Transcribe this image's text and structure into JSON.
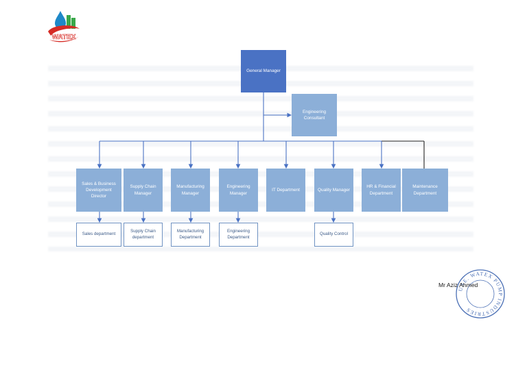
{
  "logo": {
    "text": "WATEX",
    "colors": {
      "drop": "#1e88c8",
      "leaf": "#3aa84a",
      "swoosh": "#d62b25"
    }
  },
  "org_chart": {
    "general_manager": "General Manager",
    "consultant": "Engineering Consultant",
    "departments": [
      {
        "id": "sales",
        "label": "Sales & Business Development Director",
        "sub": "Sales department"
      },
      {
        "id": "supply",
        "label": "Supply Chain Manager",
        "sub": "Supply Chain department"
      },
      {
        "id": "manufacturing",
        "label": "Manufacturing Manager",
        "sub": "Manufacturing Department"
      },
      {
        "id": "engineering",
        "label": "Engineering Manager",
        "sub": "Engineering Department"
      },
      {
        "id": "it",
        "label": "IT Department",
        "sub": ""
      },
      {
        "id": "quality",
        "label": "Quality Manager",
        "sub": "Quality Control"
      },
      {
        "id": "hr",
        "label": "HR & Financial Department",
        "sub": ""
      },
      {
        "id": "maintenance",
        "label": "Maintenance Department",
        "sub": ""
      }
    ]
  },
  "signature": {
    "name": "Mr Aziz Ahmed"
  },
  "stamp": {
    "text": "UAE. WATEX PUMP INDUSTRIES",
    "color": "#4a6fb5"
  },
  "colors": {
    "primary": "#4a72c4",
    "secondary": "#8cafd8",
    "connector": "#4a72c4"
  }
}
